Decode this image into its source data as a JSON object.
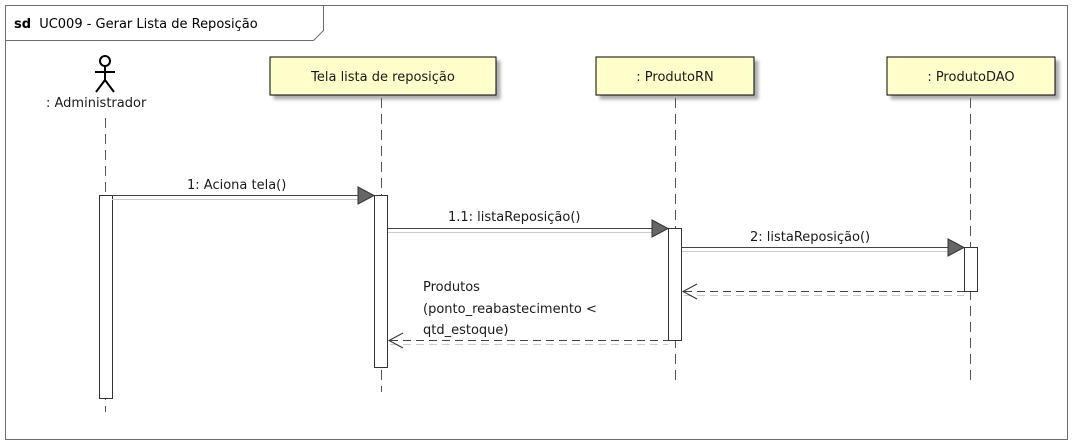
{
  "frame": {
    "keyword": "sd",
    "title": "UC009 - Gerar Lista de Reposição"
  },
  "actor": {
    "label": ": Administrador"
  },
  "lifelines": [
    {
      "label": "Tela lista de reposição"
    },
    {
      "label": ": ProdutoRN"
    },
    {
      "label": ": ProdutoDAO"
    }
  ],
  "messages": [
    {
      "label": "1: Aciona tela()"
    },
    {
      "label": "1.1: listaReposição()"
    },
    {
      "label": "2: listaReposição()"
    }
  ],
  "return_message": {
    "lines": [
      "Produtos",
      "(ponto_reabastecimento <",
      "qtd_estoque)"
    ]
  },
  "colors": {
    "lifeline_fill": "#ffffcc",
    "lifeline_shadow": "#9a9a9a",
    "line": "#555555",
    "frame_border": "#6e6e6e",
    "activation_fill": "#ffffff"
  }
}
